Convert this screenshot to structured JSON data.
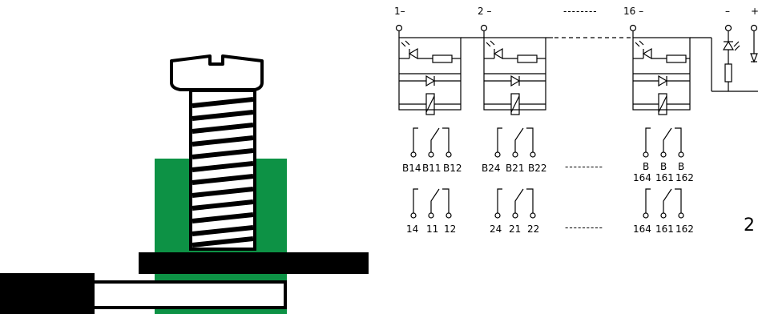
{
  "terminals_top": [
    "1–",
    "2 –",
    "16 –",
    "–",
    "+"
  ],
  "dashes": {
    "top": "--------",
    "row1": "---------",
    "row2": "---------"
  },
  "channels": [
    {
      "row1": [
        "B14",
        "B11",
        "B12"
      ],
      "row2": [
        "14",
        "11",
        "12"
      ]
    },
    {
      "row1": [
        "B24",
        "B21",
        "B22"
      ],
      "row2": [
        "24",
        "21",
        "22"
      ]
    },
    {
      "row1": [
        "B",
        "B",
        "B"
      ],
      "row1_sub": [
        "164",
        "161",
        "162"
      ],
      "row2": [
        "164",
        "161",
        "162"
      ]
    }
  ],
  "figure_number": "2",
  "colors": {
    "panel_green": "#0d9245",
    "line": "#000000"
  }
}
